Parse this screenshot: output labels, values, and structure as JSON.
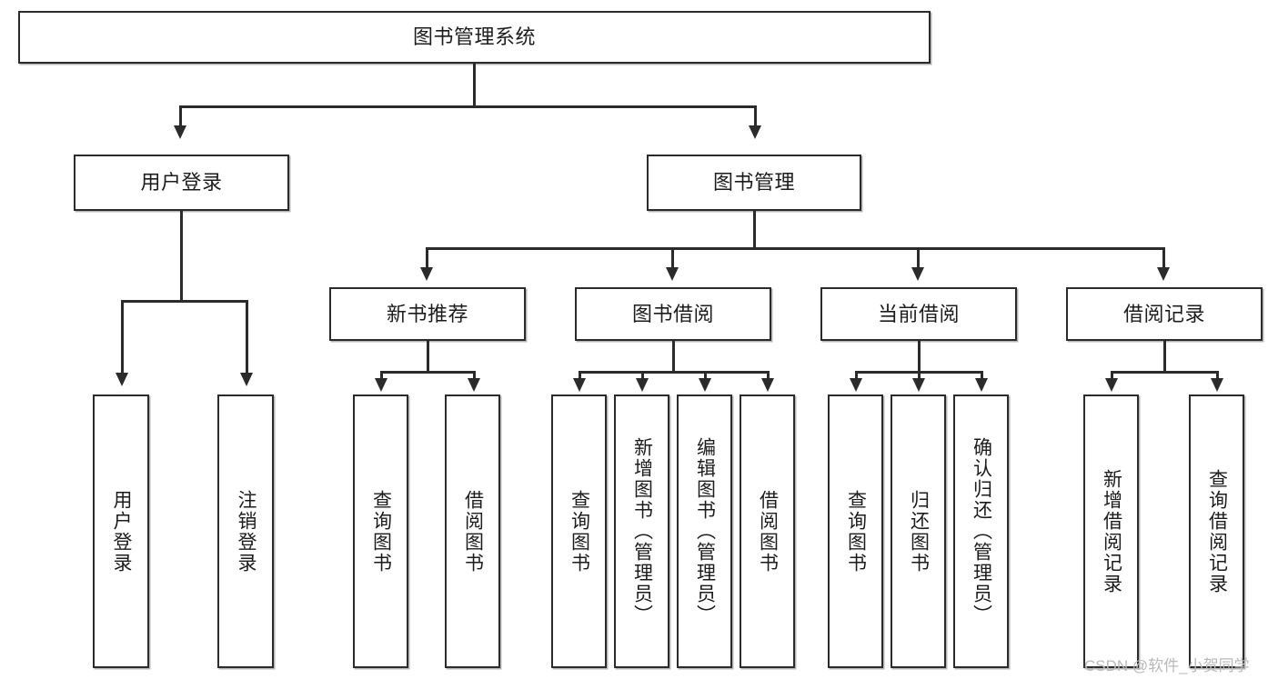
{
  "diagram": {
    "title": "图书管理系统",
    "type": "tree-hierarchy-diagram",
    "root": {
      "label": "图书管理系统"
    },
    "level1": [
      {
        "label": "用户登录"
      },
      {
        "label": "图书管理"
      }
    ],
    "level2": [
      {
        "label": "新书推荐"
      },
      {
        "label": "图书借阅"
      },
      {
        "label": "当前借阅"
      },
      {
        "label": "借阅记录"
      }
    ],
    "leaves": {
      "user_login": [
        {
          "label": "用户登录"
        },
        {
          "label": "注销登录"
        }
      ],
      "new_book_recommend": [
        {
          "label": "查询图书"
        },
        {
          "label": "借阅图书"
        }
      ],
      "book_borrow": [
        {
          "label": "查询图书"
        },
        {
          "label": "新增图书（管理员）"
        },
        {
          "label": "编辑图书（管理员）"
        },
        {
          "label": "借阅图书"
        }
      ],
      "current_borrow": [
        {
          "label": "查询图书"
        },
        {
          "label": "归还图书"
        },
        {
          "label": "确认归还（管理员）"
        }
      ],
      "borrow_record": [
        {
          "label": "新增借阅记录"
        },
        {
          "label": "查询借阅记录"
        }
      ]
    }
  },
  "watermark": {
    "text": "CSDN @软件_小贺同学"
  },
  "colors": {
    "stroke": "#2b2b2b",
    "text": "#1c1c1c",
    "background": "#ffffff",
    "watermark": "#b9b9b9"
  }
}
